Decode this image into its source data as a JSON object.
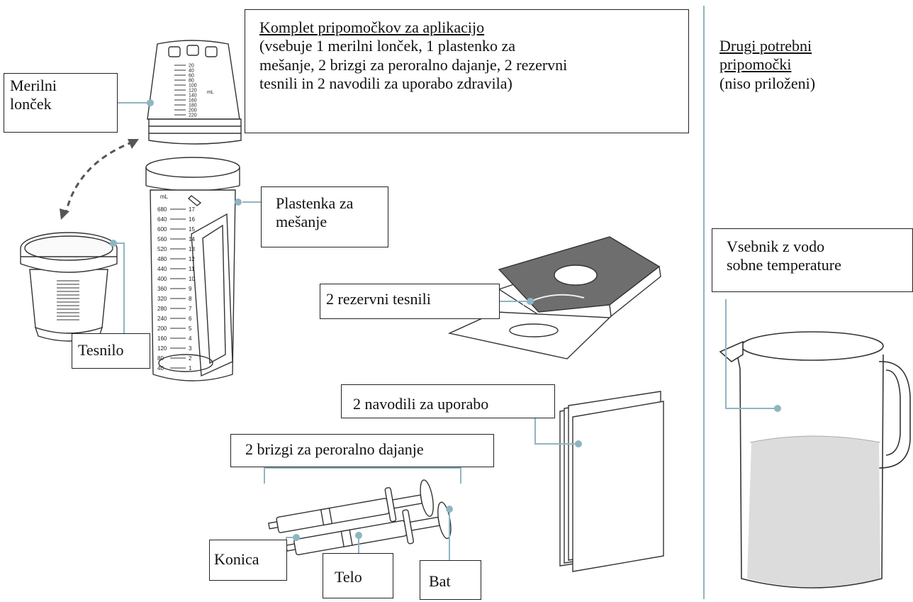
{
  "kit": {
    "title": "Komplet pripomočkov za aplikacijo",
    "description_lines": [
      "(vsebuje 1 merilni lonček, 1 plastenko za",
      "mešanje, 2 brizgi za peroralno dajanje, 2 rezervni",
      "tesnili in 2 navodili za uporabo zdravila)"
    ]
  },
  "other": {
    "title_lines": [
      "Drugi potrebni",
      "pripomočki"
    ],
    "note": "(niso priloženi)"
  },
  "labels": {
    "measuring_cup": [
      "Merilni",
      "lonček"
    ],
    "mixing_bottle": [
      "Plastenka za",
      "mešanje"
    ],
    "seal": "Tesnilo",
    "spare_seals": "2 rezervni tesnili",
    "instructions": "2 navodili za uporabo",
    "syringes": "2 brizgi za peroralno dajanje",
    "tip": "Konica",
    "barrel": "Telo",
    "plunger": "Bat",
    "water_container": [
      "Vsebnik z vodo",
      "sobne temperature"
    ]
  },
  "cup_scale_ml": [
    "20",
    "40",
    "60",
    "80",
    "100",
    "120",
    "140",
    "160",
    "180",
    "200",
    "220"
  ],
  "cup_unit": "mL",
  "bottle_scale_ml": [
    "40",
    "80",
    "120",
    "160",
    "200",
    "240",
    "280",
    "320",
    "360",
    "400",
    "440",
    "480",
    "520",
    "560",
    "600",
    "640",
    "680"
  ],
  "bottle_scale_steps": [
    "1",
    "2",
    "3",
    "4",
    "5",
    "6",
    "7",
    "8",
    "9",
    "10",
    "11",
    "12",
    "13",
    "14",
    "15",
    "16",
    "17"
  ],
  "bottle_unit": "mL",
  "colors": {
    "leader": "#8fb5c2",
    "border": "#222222",
    "water": "#dcdcdc",
    "arrow": "#555555"
  }
}
